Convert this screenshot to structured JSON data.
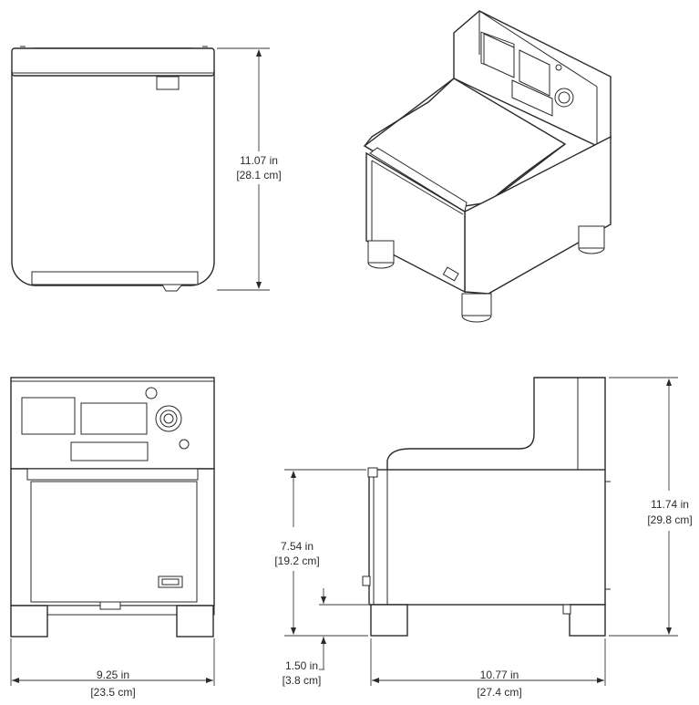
{
  "dimensions": {
    "front_height": {
      "imperial": "11.07 in",
      "metric": "[28.1 cm]"
    },
    "rear_width": {
      "imperial": "9.25 in",
      "metric": "[23.5 cm]"
    },
    "side_body_height": {
      "imperial": "7.54 in",
      "metric": "[19.2 cm]"
    },
    "leg_height": {
      "imperial": "1.50 in",
      "metric": "[3.8 cm]"
    },
    "side_depth": {
      "imperial": "10.77 in",
      "metric": "[27.4 cm]"
    },
    "overall_height": {
      "imperial": "11.74 in",
      "metric": "[29.8 cm]"
    }
  }
}
